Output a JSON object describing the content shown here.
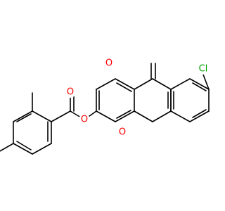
{
  "molecule": {
    "atoms": {
      "o_carbonyl_ketone": {
        "symbol": "O",
        "color": "#ff0000"
      },
      "o_ring": {
        "symbol": "O",
        "color": "#ff0000"
      },
      "o_ester_link": {
        "symbol": "O",
        "color": "#ff0000"
      },
      "o_ester_carbonyl": {
        "symbol": "O",
        "color": "#ff0000"
      },
      "cl": {
        "symbol": "Cl",
        "color": "#00a000"
      }
    },
    "bond_color": "#000000",
    "background": "#ffffff"
  }
}
